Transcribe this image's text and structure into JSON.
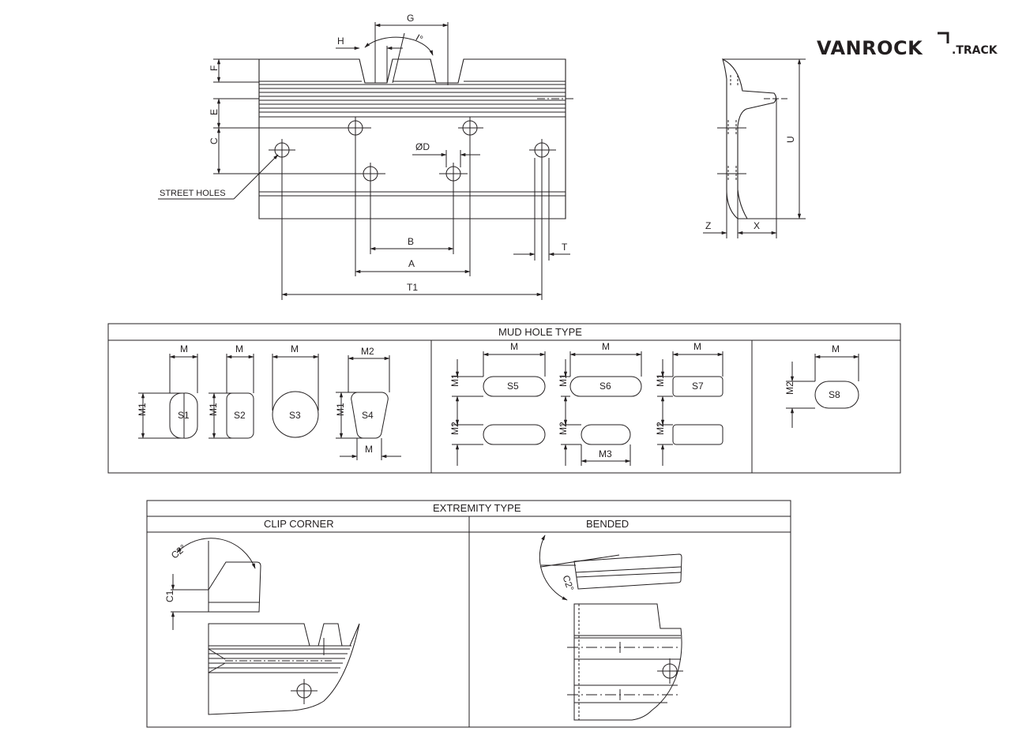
{
  "logo": {
    "brand": "VANROCK",
    "suffix": ".TRACK"
  },
  "main_view": {
    "labels": {
      "g": "G",
      "h": "H",
      "angle": "I°",
      "f": "F",
      "e": "E",
      "c": "C",
      "od": "ØD",
      "b": "B",
      "a": "A",
      "t1": "T1",
      "t": "T",
      "street_holes": "STREET HOLES"
    }
  },
  "side_view": {
    "labels": {
      "u": "U",
      "z": "Z",
      "x": "X"
    }
  },
  "mud_hole": {
    "title": "MUD HOLE TYPE",
    "labels": {
      "m": "M",
      "m1": "M1",
      "m2": "M2",
      "m3": "M3",
      "s1": "S1",
      "s2": "S2",
      "s3": "S3",
      "s4": "S4",
      "s5": "S5",
      "s6": "S6",
      "s7": "S7",
      "s8": "S8"
    }
  },
  "extremity": {
    "title": "EXTREMITY TYPE",
    "clip_corner": {
      "title": "CLIP CORNER",
      "c2": "C2°",
      "c1": "C1"
    },
    "bended": {
      "title": "BENDED",
      "c2": "C2°"
    }
  }
}
